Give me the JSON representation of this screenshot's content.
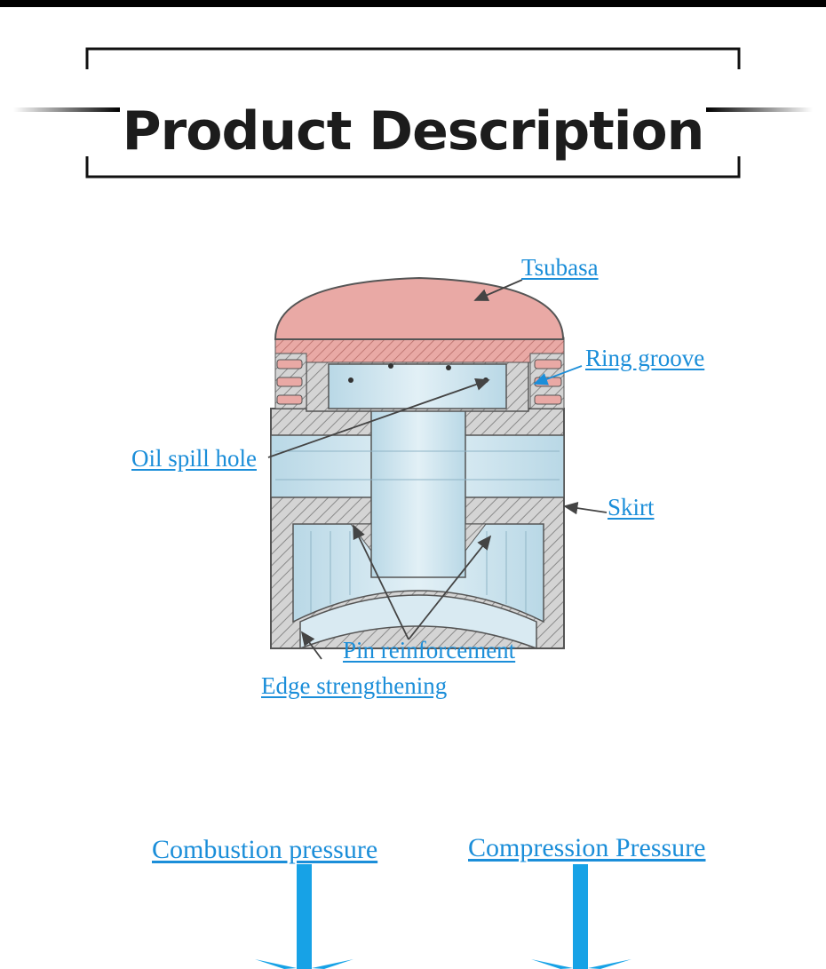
{
  "header": {
    "title": "Product Description"
  },
  "piston_diagram": {
    "labels": {
      "tsubasa": "Tsubasa",
      "ring_groove": "Ring groove",
      "oil_spill_hole": "Oil spill hole",
      "skirt": "Skirt",
      "pin_reinforcement": "Pin reinforcement",
      "edge_strengthening": "Edge strengthening"
    }
  },
  "pressure_diagram": {
    "labels": {
      "combustion": "Combustion pressure",
      "compression": "Compression Pressure"
    }
  },
  "colors": {
    "label_blue": "#1b8ed9",
    "arrow_blue": "#17a2e6",
    "crown_pink": "#e9a9a5",
    "interior_blue": "#cfe4ee",
    "hatch_gray": "#9a9a9a"
  }
}
